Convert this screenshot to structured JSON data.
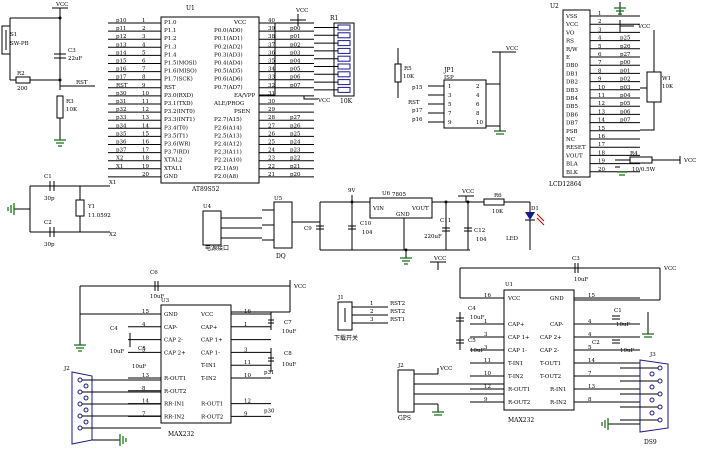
{
  "u1": {
    "ref": "U1",
    "part": "AT89S52",
    "left_pins": [
      "P1.0",
      "P1.1",
      "P1.2",
      "P1.3",
      "P1.4",
      "P1.5(MOSI)",
      "P1.6(MISO)",
      "P1.7(SCK)",
      "RST",
      "P3.0(RXD)",
      "P3.1(TXD)",
      "P3.2(INT0)",
      "P3.3(INT1)",
      "P3.4(T0)",
      "P3.5(T1)",
      "P3.6(WR)",
      "P3.7(RD)",
      "XTAL2",
      "XTAL1",
      "GND"
    ],
    "left_nums": [
      "1",
      "2",
      "3",
      "4",
      "5",
      "6",
      "7",
      "8",
      "9",
      "10",
      "11",
      "12",
      "13",
      "14",
      "15",
      "16",
      "17",
      "18",
      "19",
      "20"
    ],
    "left_nets": [
      "p10",
      "p11",
      "p12",
      "p13",
      "p14",
      "p15",
      "p16",
      "p17",
      "RST",
      "p30",
      "p31",
      "p32",
      "p33",
      "p34",
      "p35",
      "p36",
      "p37",
      "X2",
      "X1",
      ""
    ],
    "right_pins": [
      "VCC",
      "P0.0(AD0)",
      "P0.1(AD1)",
      "P0.2(AD2)",
      "P0.3(AD3)",
      "P0.4(AD4)",
      "P0.5(AD5)",
      "P0.6(AD6)",
      "P0.7(AD7)",
      "EA/VPP",
      "ALE/PROG",
      "PSEN",
      "P2.7(A15)",
      "P2.6(A14)",
      "P2.5(A13)",
      "P2.4(A12)",
      "P2.3(A11)",
      "P2.2(A10)",
      "P2.1(A9)",
      "P2.0(A8)"
    ],
    "right_nums": [
      "40",
      "39",
      "38",
      "37",
      "36",
      "35",
      "34",
      "33",
      "32",
      "31",
      "30",
      "29",
      "28",
      "27",
      "26",
      "25",
      "24",
      "23",
      "22",
      "21"
    ],
    "right_nets": [
      "",
      "p00",
      "p01",
      "p02",
      "p03",
      "p04",
      "p05",
      "p06",
      "p07",
      "",
      "",
      "",
      "p27",
      "p26",
      "p25",
      "p24",
      "p23",
      "p22",
      "p21",
      "p20"
    ]
  },
  "reset": {
    "s1": "S1",
    "s1_type": "SW-PB",
    "c3": "C3",
    "c3_val": "22uF",
    "r2": "R2",
    "r2_val": "200",
    "r3": "R3",
    "r3_val": "10K",
    "rst": "RST"
  },
  "rp1": {
    "ref": "R1",
    "val": "10K"
  },
  "jp1": {
    "ref": "JP1",
    "sub": "ISP",
    "pins": [
      "1",
      "2",
      "3",
      "4",
      "5",
      "6",
      "7",
      "8",
      "9",
      "10"
    ],
    "nets": [
      "p15",
      "RST",
      "p17",
      "p16"
    ]
  },
  "r5": {
    "ref": "R5",
    "val": "10K"
  },
  "u2": {
    "ref": "U2",
    "part": "LCD12864",
    "pins": [
      "VSS",
      "VCC",
      "VO",
      "RS",
      "R/W",
      "E",
      "DB0",
      "DB1",
      "DB2",
      "DB3",
      "DB4",
      "DB5",
      "DB6",
      "DB7",
      "PSB",
      "NC",
      "RESET",
      "VOUT",
      "BLA",
      "BLK"
    ],
    "nums": [
      "1",
      "2",
      "3",
      "4",
      "5",
      "6",
      "7",
      "8",
      "9",
      "10",
      "11",
      "12",
      "13",
      "14",
      "15",
      "16",
      "17",
      "18",
      "19",
      "20"
    ],
    "nets": [
      "",
      "",
      "",
      "p25",
      "p26",
      "p27",
      "p00",
      "p01",
      "p02",
      "p03",
      "p04",
      "p05",
      "p06",
      "p07",
      "",
      "",
      "",
      "",
      "",
      ""
    ],
    "w1": "W1",
    "w1_val": "10K",
    "r4": "R4",
    "r4_val": "10/0.5W"
  },
  "xtal": {
    "c1": "C1",
    "c1_val": "30p",
    "c2": "C2",
    "c2_val": "30p",
    "y1": "Y1",
    "y1_val": "11.0592",
    "x1": "X1",
    "x2": "X2"
  },
  "power": {
    "u4": "U4",
    "u4_label": "电源接口",
    "u5": "U5",
    "u5_label": "DQ",
    "u6": "U6",
    "u6_part": "7805",
    "vin": "VIN",
    "vout": "VOUT",
    "gnd": "GND",
    "c9": "C9",
    "c10": "C10",
    "c10_val": "104",
    "c11": "C11",
    "c11_val": "220uF",
    "c12": "C12",
    "c12_val": "104",
    "r6": "R6",
    "r6_val": "10K",
    "d1": "D1",
    "led": "LED",
    "v9": "9V"
  },
  "max_left": {
    "ref": "U3",
    "part": "MAX232",
    "c6": "C6",
    "c6_val": "10uF",
    "c4": "C4",
    "c4_val": "10uF",
    "c5": "C5",
    "c5_val": "10uF",
    "c7": "C7",
    "c7_val": "10uF",
    "c8": "C8",
    "c8_val": "10uF",
    "left_pins": [
      "GND",
      "CAP-",
      "CAP 2-",
      "CAP 2+",
      "",
      "R-OUT1",
      "R-OUT2",
      "RR-IN1",
      "RR-IN2"
    ],
    "right_pins": [
      "VCC",
      "CAP+",
      "CAP 1+",
      "CAP 1-",
      "T-IN1",
      "T-IN2",
      "",
      "R-OUT1",
      "R-OUT2"
    ],
    "l_nums": [
      "15",
      "4",
      "",
      "5",
      "",
      "13",
      "8",
      "14",
      "7"
    ],
    "r_nums": [
      "16",
      "1",
      "",
      "3",
      "11",
      "10",
      "",
      "12",
      "9"
    ],
    "r_nets": [
      "",
      "",
      "",
      "",
      "p31",
      "",
      "",
      "p30",
      ""
    ],
    "j2": "J2"
  },
  "j1": {
    "ref": "J1",
    "label": "下载开关",
    "nets": [
      "RST2",
      "RST2",
      "RST1"
    ],
    "nums": [
      "1",
      "2",
      "3"
    ]
  },
  "max_right": {
    "ref": "U1",
    "part": "MAX232",
    "c3": "C3",
    "c3_val": "10uF",
    "c4": "C4",
    "c4_val": "10uF",
    "c5": "C5",
    "c5_val": "10uF",
    "c1": "C1",
    "c1_val": "10uF",
    "c2": "C2",
    "c2_val": "10uF",
    "left_pins": [
      "VCC",
      "",
      "CAP+",
      "CAP 1+",
      "CAP 1-",
      "T-IN1",
      "T-IN2",
      "R-OUT1",
      "R-OUT2"
    ],
    "right_pins": [
      "GND",
      "",
      "CAP-",
      "CAP 2+",
      "CAP 2-",
      "T-OUT1",
      "T-OUT2",
      "R-IN1",
      "R-IN2"
    ],
    "l_nums": [
      "16",
      "",
      "1",
      "3",
      "3",
      "11",
      "10",
      "12",
      "9"
    ],
    "r_nums": [
      "15",
      "",
      "4",
      "4",
      "5",
      "14",
      "7",
      "13",
      "8"
    ],
    "j2": "J2",
    "gps": "GPS",
    "j3": "J3",
    "dsub": "DS9"
  },
  "vcc": "VCC"
}
